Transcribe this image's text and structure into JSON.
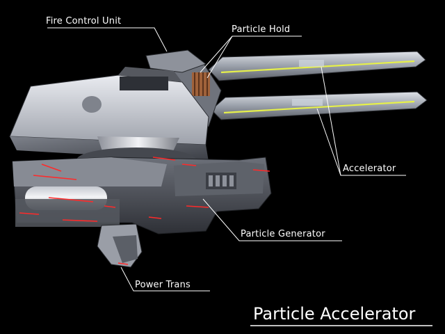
{
  "title": "Particle Accelerator",
  "callouts": {
    "fire_control_unit": "Fire Control Unit",
    "particle_hold": "Particle Hold",
    "accelerator": "Accelerator",
    "particle_generator": "Particle Generator",
    "power_trans": "Power Trans"
  },
  "colors": {
    "background": "#000000",
    "text": "#ffffff",
    "hull": "#b9bcc4",
    "hull_dark": "#4a4d55",
    "rail_glow": "#e6f04a",
    "accent_red": "#ff2a2a",
    "coil_bronze": "#a0623a"
  }
}
